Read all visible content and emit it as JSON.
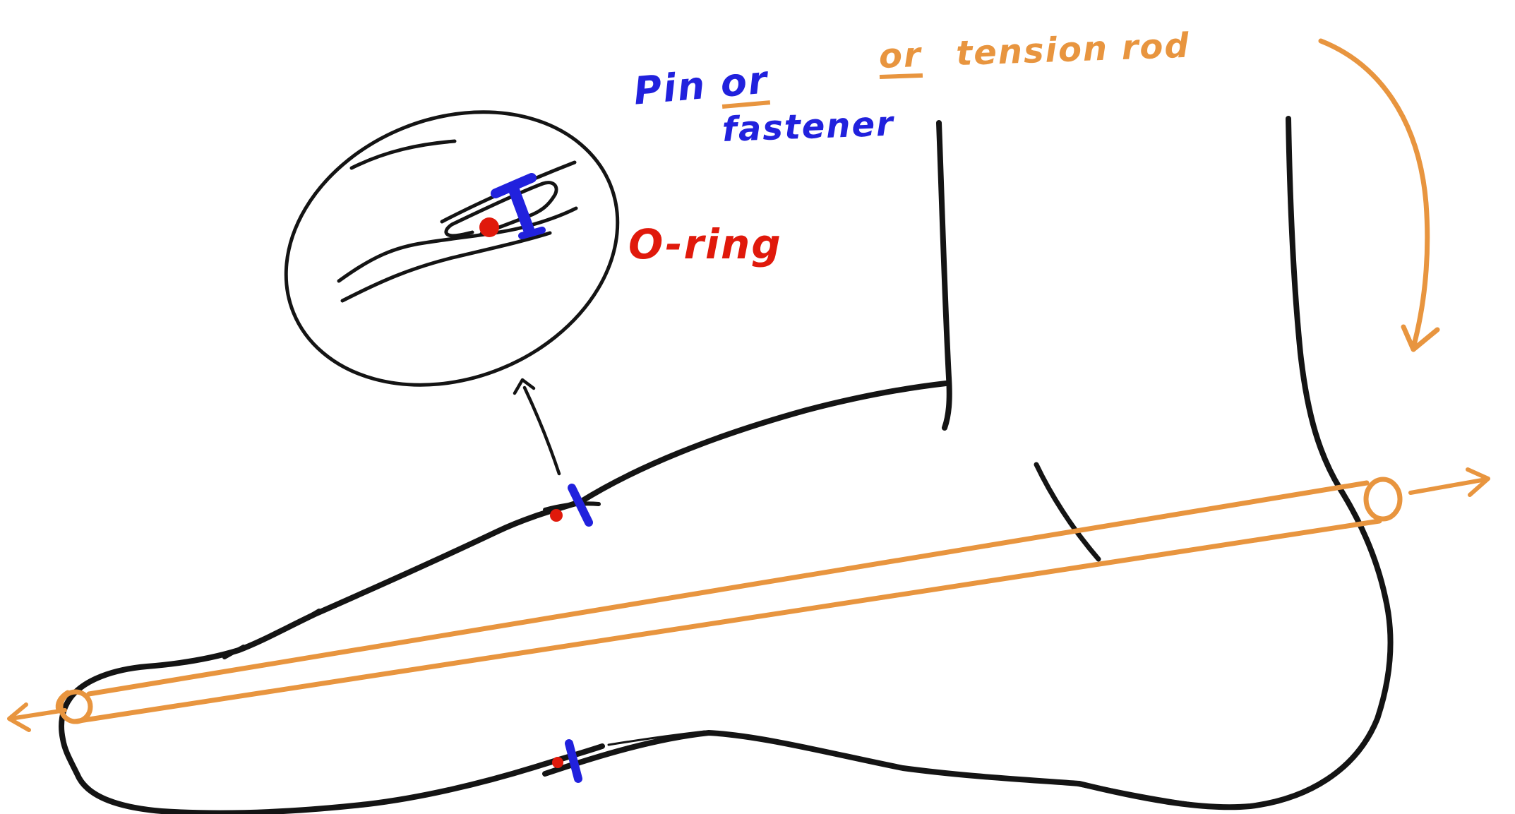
{
  "sketch": {
    "background": "#ffffff",
    "colors": {
      "ink": "#141414",
      "pin_blue": "#2121dd",
      "rod_orange": "#e8953f",
      "oring_red": "#e0190b"
    },
    "labels": {
      "pin_word": "Pin",
      "pin_or_word": "or",
      "fastener_word": "fastener",
      "tension_or_word": "or",
      "tension_rod_words": "tension rod",
      "o_ring": "O-ring"
    }
  }
}
